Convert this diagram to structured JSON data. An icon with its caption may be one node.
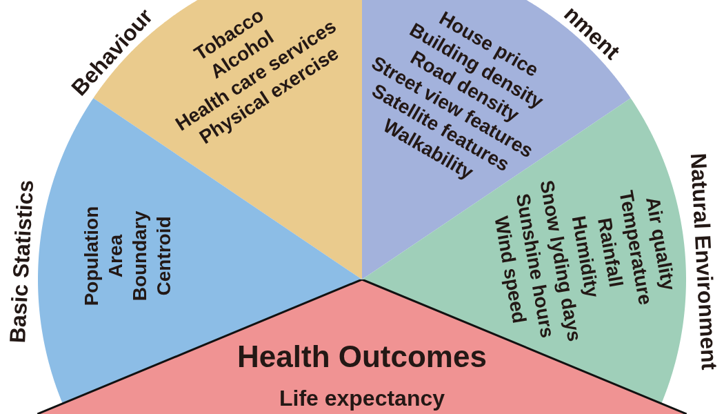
{
  "diagram": {
    "nodes": [
      {
        "text": [
          "Behaviour",
          "Tobacco",
          "Alcohol",
          "Health care services",
          "Physical exercise"
        ]
      },
      {
        "text": [
          "nment",
          "House price",
          "Building density",
          "Road density",
          "Street view features",
          "Satellite features",
          "Walkability"
        ]
      },
      {
        "text": [
          "Basic Statistics",
          "Population",
          "Area",
          "Boundary",
          "Centroid"
        ]
      },
      {
        "text": [
          "Natural Environment",
          "Air quality",
          "Temperature",
          "Rainfall",
          "Humidity",
          "Snow lyding days",
          "Sunshine hours",
          "Wind speed"
        ]
      },
      {
        "text": [
          "Health Outcomes",
          "Life expectancy"
        ]
      }
    ]
  }
}
